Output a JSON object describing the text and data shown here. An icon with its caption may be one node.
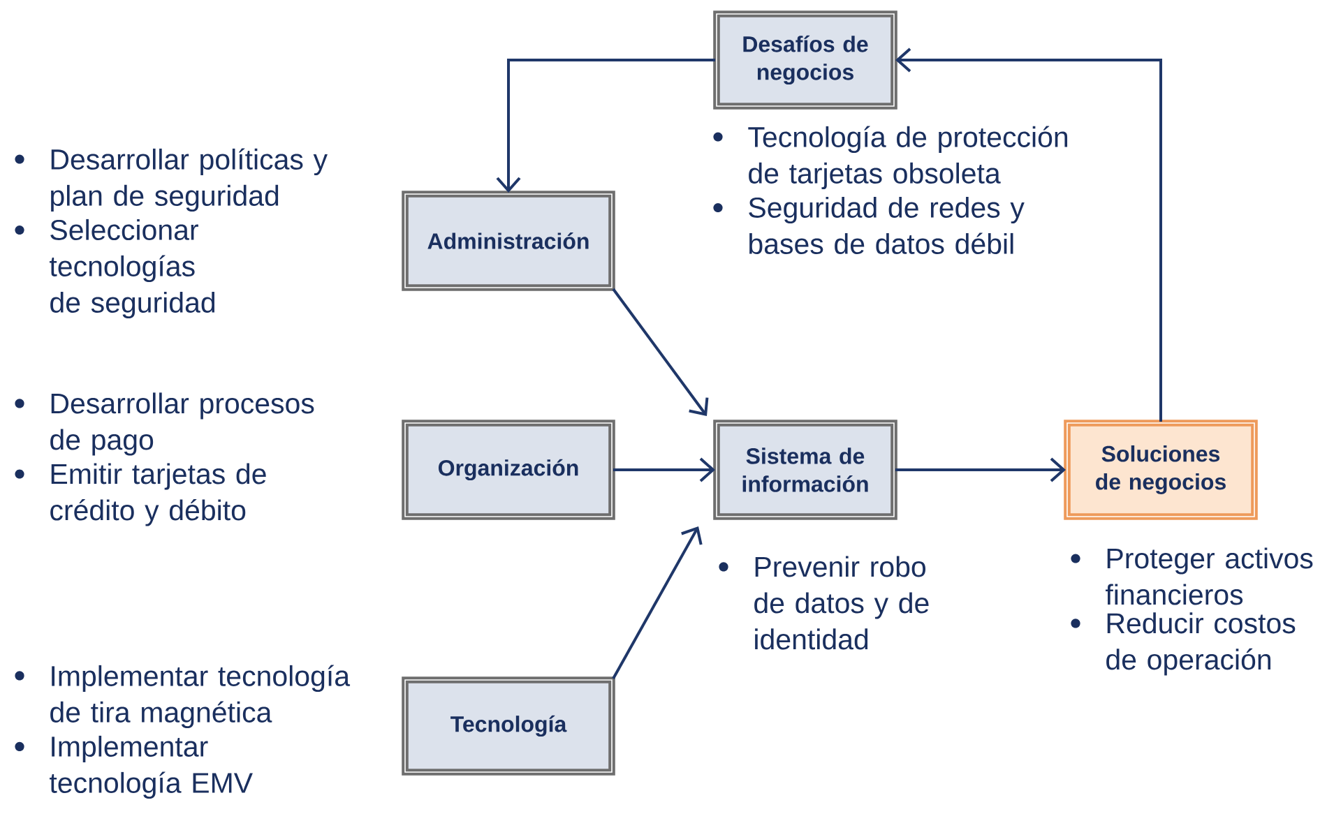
{
  "diagram": {
    "nodes": [
      {
        "text": [
          "Desafíos de negocios"
        ],
        "beside": [
          "Tecnología de protección de tarjetas obsoleta",
          "Seguridad de redes y bases de datos débil"
        ]
      },
      {
        "text": [
          "Administración"
        ],
        "beside": [
          "Desarrollar políticas y plan de seguridad",
          "Seleccionar tecnologías de seguridad"
        ]
      },
      {
        "text": [
          "Organización"
        ],
        "beside": [
          "Desarrollar procesos de pago",
          "Emitir tarjetas de crédito y débito"
        ]
      },
      {
        "text": [
          "Tecnología"
        ],
        "beside": [
          "Implementar tecnología de tira magnética",
          "Implementar tecnología EMV"
        ]
      },
      {
        "text": [
          "Sistema de información"
        ],
        "beside": [
          "Prevenir robo de datos y de identidad"
        ]
      },
      {
        "text": [
          "Soluciones de negocios"
        ],
        "beside": [
          "Proteger activos financieros",
          "Reducir costos de operación"
        ]
      }
    ],
    "edges": [
      {
        "from": 0,
        "to": 1,
        "arrow": "to"
      },
      {
        "from": 1,
        "to": 4,
        "arrow": "to"
      },
      {
        "from": 2,
        "to": 4,
        "arrow": "to"
      },
      {
        "from": 3,
        "to": 4,
        "arrow": "to"
      },
      {
        "from": 4,
        "to": 5,
        "arrow": "to"
      },
      {
        "from": 5,
        "to": 0,
        "arrow": "to"
      }
    ]
  }
}
